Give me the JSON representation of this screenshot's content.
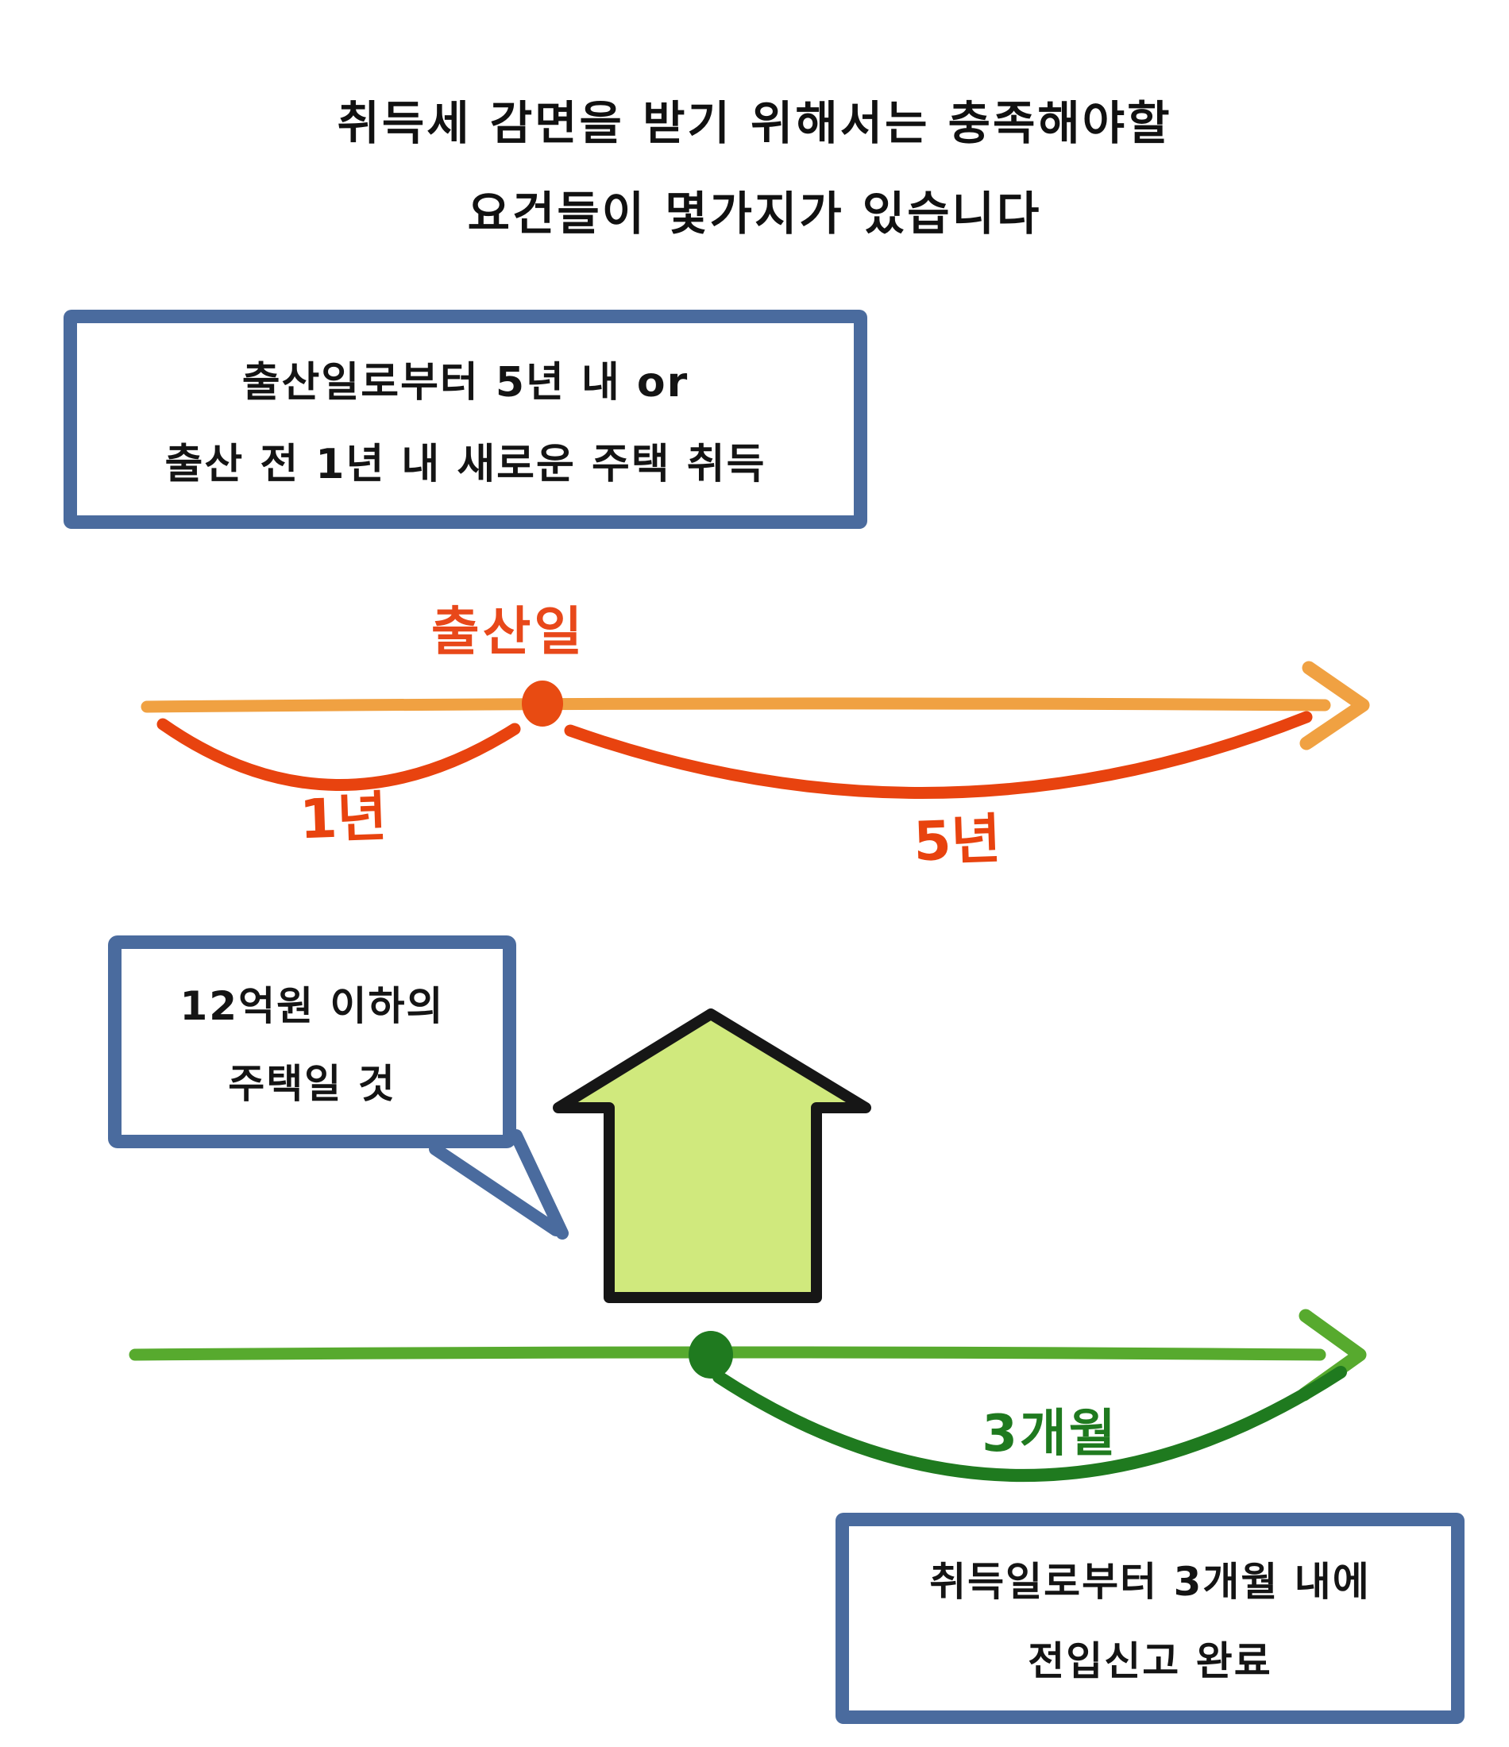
{
  "title": {
    "line1": "취득세 감면을 받기 위해서는 충족해야할",
    "line2": "요건들이 몇가지가 있습니다"
  },
  "requirement_box_birth": {
    "line1": "출산일로부터 5년 내 or",
    "line2": "출산 전 1년 내 새로운 주택 취득"
  },
  "birth_timeline": {
    "point_label": "출산일",
    "before_arc_label": "1년",
    "after_arc_label": "5년"
  },
  "price_bubble": {
    "line1": "12억원 이하의",
    "line2": "주택일 것"
  },
  "move_timeline": {
    "arc_label": "3개월"
  },
  "requirement_box_move": {
    "line1": "취득일로부터 3개월 내에",
    "line2": "전입신고 완료"
  },
  "colors": {
    "box_border_blue": "#4a6b9e",
    "timeline_orange": "#f0a142",
    "accent_red_orange": "#e8430f",
    "birth_dot_red": "#e84b12",
    "timeline_light_green": "#57aa2e",
    "accent_dark_green": "#1f7a1f",
    "house_fill": "#d0e97d",
    "outline_black": "#161616"
  }
}
